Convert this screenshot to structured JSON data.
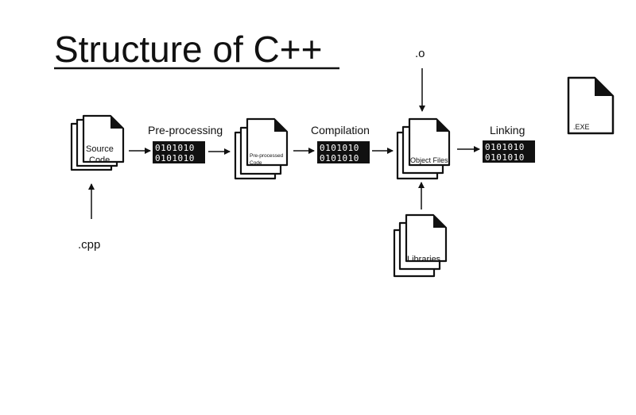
{
  "title": "Structure of C++",
  "stages": {
    "preprocessing": "Pre-processing",
    "compilation": "Compilation",
    "linking": "Linking"
  },
  "files": {
    "source": [
      "Source",
      "Code"
    ],
    "preprocessed": [
      "Pre-processed",
      "Code"
    ],
    "object": "Object Files",
    "libraries": "Libraries",
    "exe": ".EXE"
  },
  "extensions": {
    "cpp": ".cpp",
    "o": ".o"
  },
  "binary": [
    "0101010",
    "0101010"
  ]
}
